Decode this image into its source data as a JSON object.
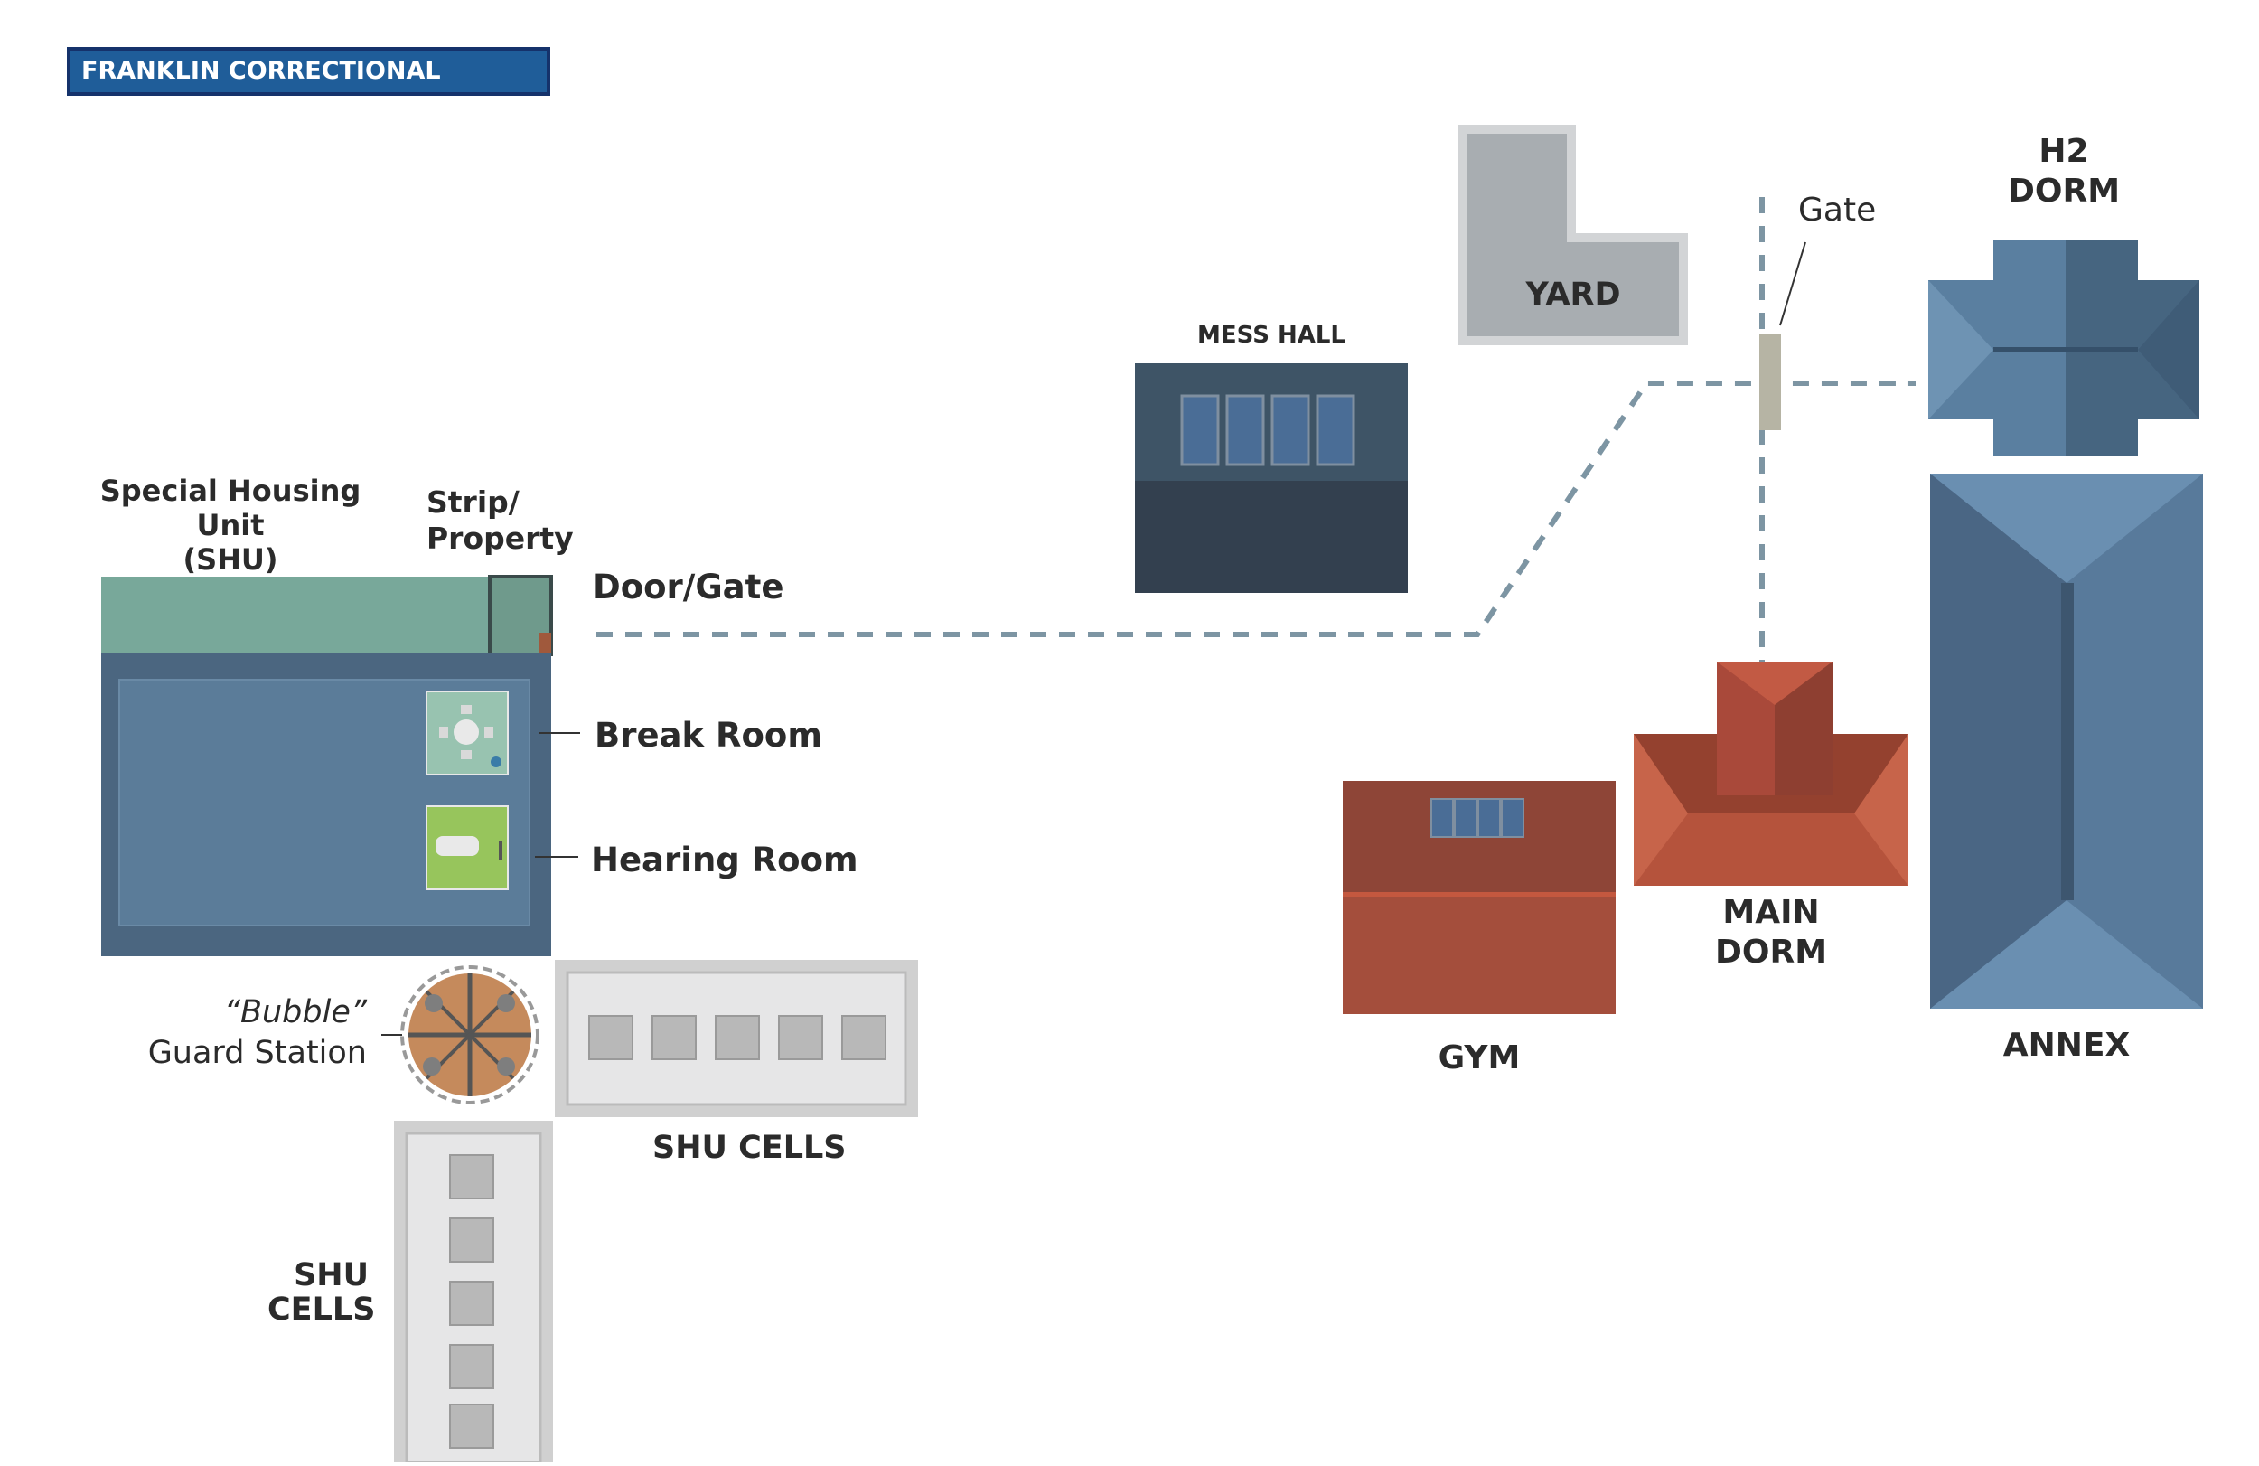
{
  "title": "FRANKLIN CORRECTIONAL FACILITY",
  "labels": {
    "shu_line1": "Special Housing Unit",
    "shu_line2": "(SHU)",
    "strip_line1": "Strip/",
    "strip_line2": "Property",
    "door_gate": "Door/Gate",
    "break_room": "Break Room",
    "hearing_room": "Hearing Room",
    "bubble": "“Bubble”",
    "guard_station": "Guard Station",
    "shu_cells_horizontal": "SHU CELLS",
    "shu_cells_vertical_line1": "SHU",
    "shu_cells_vertical_line2": "CELLS",
    "mess_hall": "MESS HALL",
    "yard": "YARD",
    "gate": "Gate",
    "h2_dorm_line1": "H2",
    "h2_dorm_line2": "DORM",
    "main_dorm_line1": "MAIN",
    "main_dorm_line2": "DORM",
    "gym": "GYM",
    "annex": "ANNEX"
  },
  "colors": {
    "title_bg": "#1f5d99",
    "title_border": "#15326b",
    "shu_roof": "#78a89a",
    "shu_body": "#4b6680",
    "shu_inner": "#5b7c99",
    "path": "#7d95a3",
    "cell_frame": "#d0d0d0",
    "mess_hall_top": "#3e5466",
    "mess_hall_bottom": "#33404f",
    "yard": "#a8adb1",
    "h2_dorm": "#5a7fa0",
    "annex": "#587a9b",
    "main_dorm": "#b5533c",
    "gym": "#a44e3c"
  }
}
